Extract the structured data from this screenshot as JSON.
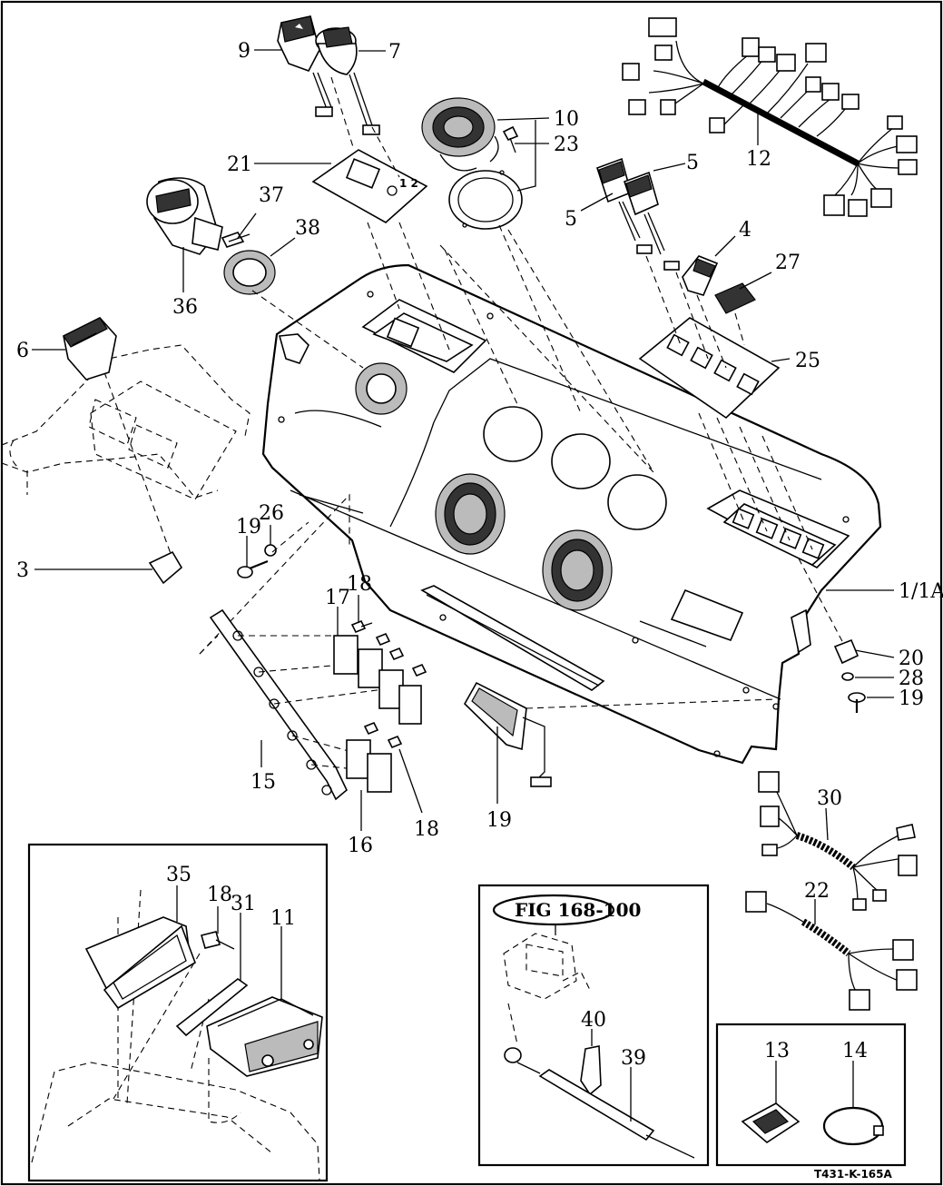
{
  "diagram": {
    "drawing_code": "T431-K-165A",
    "figure_reference": "FIG 168-100",
    "callouts": {
      "c9": "9",
      "c7": "7",
      "c10": "10",
      "c23": "23",
      "c12": "12",
      "c5a": "5",
      "c5b": "5",
      "c21": "21",
      "c37": "37",
      "c38": "38",
      "c4": "4",
      "c27": "27",
      "c36": "36",
      "c6": "6",
      "c25": "25",
      "c26": "26",
      "c19a": "19",
      "c3": "3",
      "c18a": "18",
      "c17": "17",
      "c1": "1/1A",
      "c20": "20",
      "c28": "28",
      "c19b": "19",
      "c15": "15",
      "c16": "16",
      "c18b": "18",
      "c19c": "19",
      "c30": "30",
      "c35": "35",
      "c18c": "18",
      "c31": "31",
      "c11": "11",
      "c22": "22",
      "c40": "40",
      "c39": "39",
      "c13": "13",
      "c14": "14"
    }
  }
}
